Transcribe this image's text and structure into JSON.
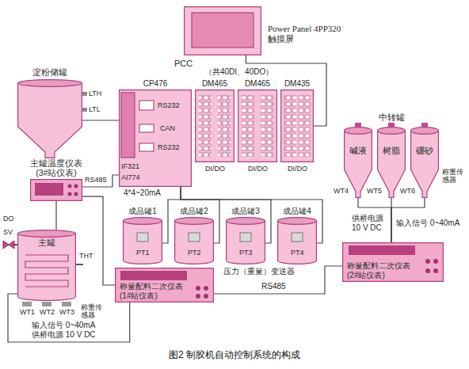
{
  "diagram": {
    "caption": "图2 制胶机自动控制系统的构成",
    "nodes": [
      {
        "text": [
          "Power Panel 4PP320",
          "触摸屏"
        ]
      },
      {
        "text": [
          "淀粉储罐"
        ]
      },
      {
        "text": [
          "PCC"
        ]
      },
      {
        "text": [
          "CP476"
        ],
        "in": 2
      },
      {
        "text": [
          "DM465"
        ],
        "in": 2
      },
      {
        "text": [
          "DM465"
        ],
        "in": 2
      },
      {
        "text": [
          "DM435"
        ],
        "in": 2
      },
      {
        "text": [
          "碱液"
        ]
      },
      {
        "text": [
          "树脂"
        ]
      },
      {
        "text": [
          "硼砂"
        ]
      },
      {
        "text": [
          "主罐温度仪表 (3#站仪表)"
        ]
      },
      {
        "text": [
          "主罐"
        ]
      },
      {
        "text": [
          "成品罐1"
        ]
      },
      {
        "text": [
          "成品罐2"
        ]
      },
      {
        "text": [
          "成品罐3"
        ]
      },
      {
        "text": [
          "成品罐4"
        ]
      },
      {
        "text": [
          "称量配料二次仪表 (1#站仪表)"
        ]
      },
      {
        "text": [
          "称量配料二次仪表 (2#站仪表)"
        ]
      }
    ],
    "edges": [
      {
        "from": 6,
        "to": 0,
        "arrow": "none"
      },
      {
        "from": 3,
        "to": 10,
        "arrow": "none"
      },
      {
        "from": 10,
        "to": 16,
        "arrow": "none"
      },
      {
        "from": 3,
        "to": 12,
        "arrow": "none"
      },
      {
        "from": 3,
        "to": 13,
        "arrow": "none"
      },
      {
        "from": 3,
        "to": 14,
        "arrow": "none"
      },
      {
        "from": 3,
        "to": 15,
        "arrow": "none"
      },
      {
        "from": 1,
        "to": 3,
        "arrow": "none"
      },
      {
        "from": 10,
        "to": 11,
        "arrow": "none"
      },
      {
        "from": 16,
        "to": 11,
        "arrow": "none"
      },
      {
        "from": 7,
        "to": 17,
        "arrow": "none"
      },
      {
        "from": 8,
        "to": 17,
        "arrow": "none"
      },
      {
        "from": 9,
        "to": 17,
        "arrow": "none"
      },
      {
        "from": 16,
        "to": 17,
        "arrow": "none"
      }
    ],
    "labels": [
      "LTH",
      "LTL",
      "（共40DI、40DO）",
      "RS232",
      "CAN",
      "RS232",
      "IF321",
      "AI774",
      "4*4~20mA",
      "DI/DO",
      "DI/DO",
      "DI/DO",
      "中转罐",
      "WT4",
      "WT5",
      "WT6",
      "称重传感器",
      "RS485",
      "DO",
      "SV",
      "THT",
      "PT1",
      "PT2",
      "PT3",
      "PT4",
      "压力（重量）变送器",
      "供桥电源 10 V DC",
      "输入信号 0~40mA",
      "RS485",
      "WT1",
      "WT2",
      "WT3",
      "称重传感器",
      "输入信号 0~40mA",
      "供桥电源 10 V DC"
    ]
  }
}
